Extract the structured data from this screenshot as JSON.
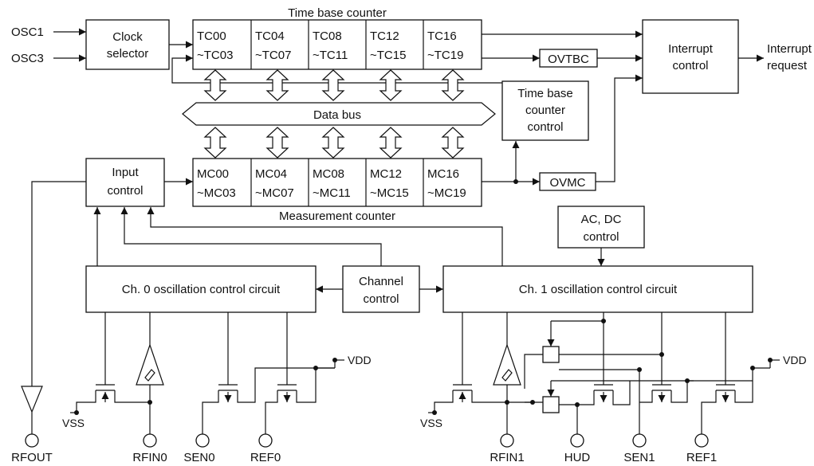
{
  "inputs": {
    "osc1": "OSC1",
    "osc3": "OSC3"
  },
  "clock_selector": [
    "Clock",
    "selector"
  ],
  "time_base_counter": {
    "title": "Time base counter",
    "cells": [
      [
        "TC00",
        "~TC03"
      ],
      [
        "TC04",
        "~TC07"
      ],
      [
        "TC08",
        "~TC11"
      ],
      [
        "TC12",
        "~TC15"
      ],
      [
        "TC16",
        "~TC19"
      ]
    ]
  },
  "measurement_counter": {
    "title": "Measurement counter",
    "cells": [
      [
        "MC00",
        "~MC03"
      ],
      [
        "MC04",
        "~MC07"
      ],
      [
        "MC08",
        "~MC11"
      ],
      [
        "MC12",
        "~MC15"
      ],
      [
        "MC16",
        "~MC19"
      ]
    ]
  },
  "data_bus": "Data bus",
  "ovtbc": "OVTBC",
  "ovmc": "OVMC",
  "interrupt_control": [
    "Interrupt",
    "control"
  ],
  "interrupt_request": [
    "Interrupt",
    "request"
  ],
  "tbc_control": [
    "Time base",
    "counter",
    "control"
  ],
  "input_control": [
    "Input",
    "control"
  ],
  "acdc_control": [
    "AC, DC",
    "control"
  ],
  "ch0_circuit": "Ch. 0 oscillation control circuit",
  "ch1_circuit": "Ch. 1 oscillation control circuit",
  "channel_control": [
    "Channel",
    "control"
  ],
  "power": {
    "vdd": "VDD",
    "vss": "VSS"
  },
  "pins": {
    "rfout": "RFOUT",
    "rfin0": "RFIN0",
    "sen0": "SEN0",
    "ref0": "REF0",
    "rfin1": "RFIN1",
    "hud": "HUD",
    "sen1": "SEN1",
    "ref1": "REF1"
  }
}
